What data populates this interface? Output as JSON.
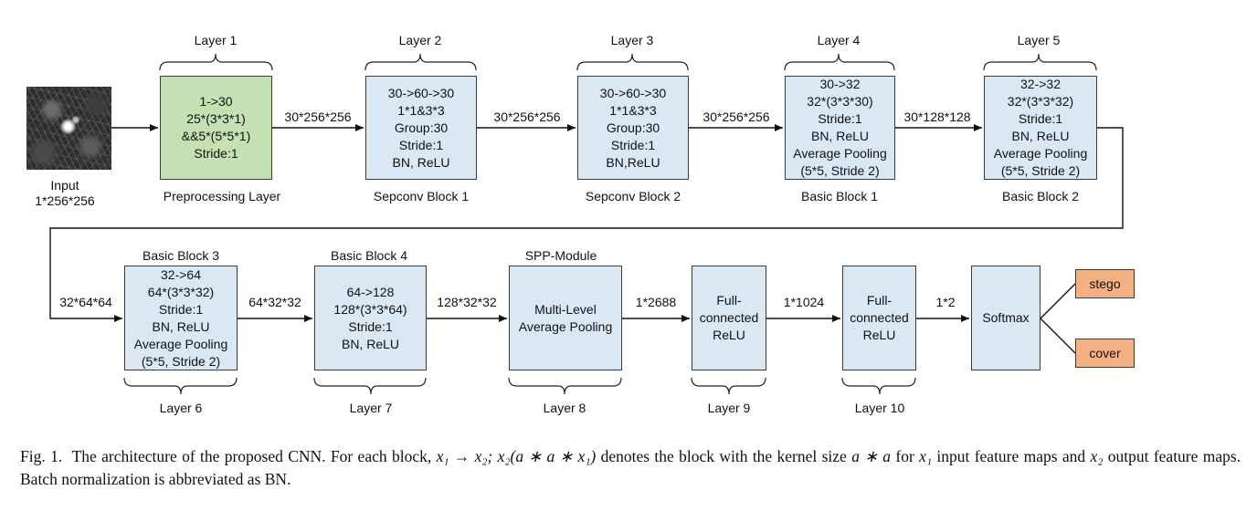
{
  "input": {
    "label_line1": "Input",
    "label_line2": "1*256*256"
  },
  "layers": {
    "l1": {
      "label": "Layer 1",
      "name": "Preprocessing Layer",
      "lines": [
        "1->30",
        "25*(3*3*1)",
        "&&5*(5*5*1)",
        "Stride:1"
      ]
    },
    "l2": {
      "label": "Layer 2",
      "name": "Sepconv Block 1",
      "lines": [
        "30->60->30",
        "1*1&3*3",
        "Group:30",
        "Stride:1",
        "BN, ReLU"
      ]
    },
    "l3": {
      "label": "Layer 3",
      "name": "Sepconv Block 2",
      "lines": [
        "30->60->30",
        "1*1&3*3",
        "Group:30",
        "Stride:1",
        "BN,ReLU"
      ]
    },
    "l4": {
      "label": "Layer 4",
      "name": "Basic Block 1",
      "lines": [
        "30->32",
        "32*(3*3*30)",
        "Stride:1",
        "BN, ReLU",
        "Average Pooling",
        "(5*5, Stride 2)"
      ]
    },
    "l5": {
      "label": "Layer 5",
      "name": "Basic Block 2",
      "lines": [
        "32->32",
        "32*(3*3*32)",
        "Stride:1",
        "BN, ReLU",
        "Average Pooling",
        "(5*5, Stride 2)"
      ]
    },
    "l6": {
      "label": "Layer 6",
      "name": "Basic Block 3",
      "lines": [
        "32->64",
        "64*(3*3*32)",
        "Stride:1",
        "BN, ReLU",
        "Average Pooling",
        "(5*5, Stride 2)"
      ]
    },
    "l7": {
      "label": "Layer 7",
      "name": "Basic Block 4",
      "lines": [
        "64->128",
        "128*(3*3*64)",
        "Stride:1",
        "BN, ReLU"
      ]
    },
    "l8": {
      "label": "Layer 8",
      "name": "SPP-Module",
      "lines": [
        "Multi-Level",
        "Average Pooling"
      ]
    },
    "l9": {
      "label": "Layer 9",
      "lines": [
        "Full-",
        "connected",
        "ReLU"
      ]
    },
    "l10": {
      "label": "Layer 10",
      "lines": [
        "Full-",
        "connected",
        "ReLU"
      ]
    }
  },
  "softmax": {
    "label": "Softmax"
  },
  "outputs": {
    "stego": "stego",
    "cover": "cover"
  },
  "edges": {
    "e1": "30*256*256",
    "e2": "30*256*256",
    "e3": "30*256*256",
    "e4": "30*128*128",
    "e5": "32*64*64",
    "e6": "64*32*32",
    "e7": "128*32*32",
    "e8": "1*2688",
    "e9": "1*1024",
    "e10": "1*2"
  },
  "caption": {
    "fig": "Fig. 1.",
    "text1": "The architecture of the proposed CNN. For each block,",
    "math1": "x₁ → x₂; x₂(a ∗ a ∗ x₁)",
    "text2": "denotes the block with the kernel size",
    "math2": "a ∗ a",
    "text3": "for",
    "math3": "x₁",
    "text4": "input feature maps and",
    "math4": "x₂",
    "text5": "output feature maps. Batch normalization is abbreviated as BN."
  }
}
